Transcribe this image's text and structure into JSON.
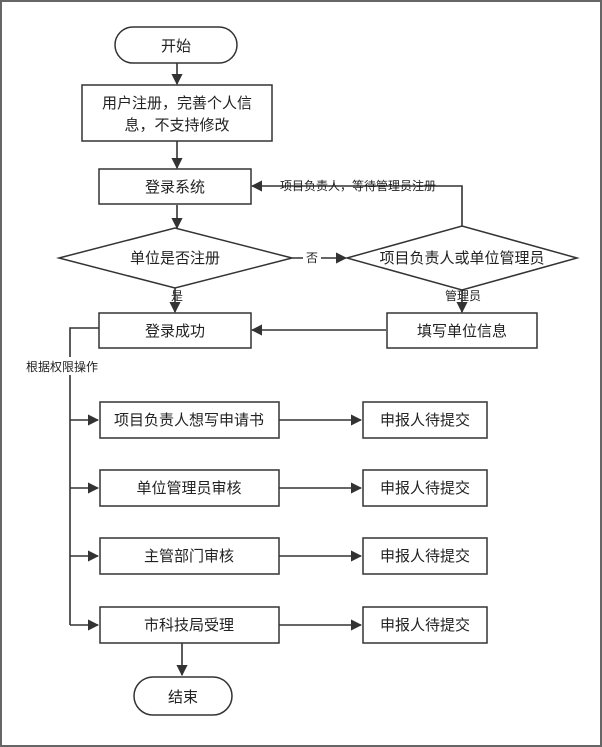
{
  "nodes": {
    "start": "开始",
    "register_line1": "用户注册，完善个人信",
    "register_line2": "息，不支持修改",
    "login": "登录系统",
    "unit_registered": "单位是否注册",
    "role_check": "项目负责人或单位管理员",
    "login_success": "登录成功",
    "fill_unit_info": "填写单位信息",
    "pm_write": "项目负责人想写申请书",
    "unit_admin_review": "单位管理员审核",
    "dept_review": "主管部门审核",
    "bureau_accept": "市科技局受理",
    "end": "结束",
    "submitter_wait": "申报人待提交"
  },
  "edges": {
    "no": "否",
    "yes": "是",
    "admin": "管理员",
    "pm_wait_admin": "项目负责人，等待管理员注册",
    "by_permission": "根据权限操作"
  }
}
